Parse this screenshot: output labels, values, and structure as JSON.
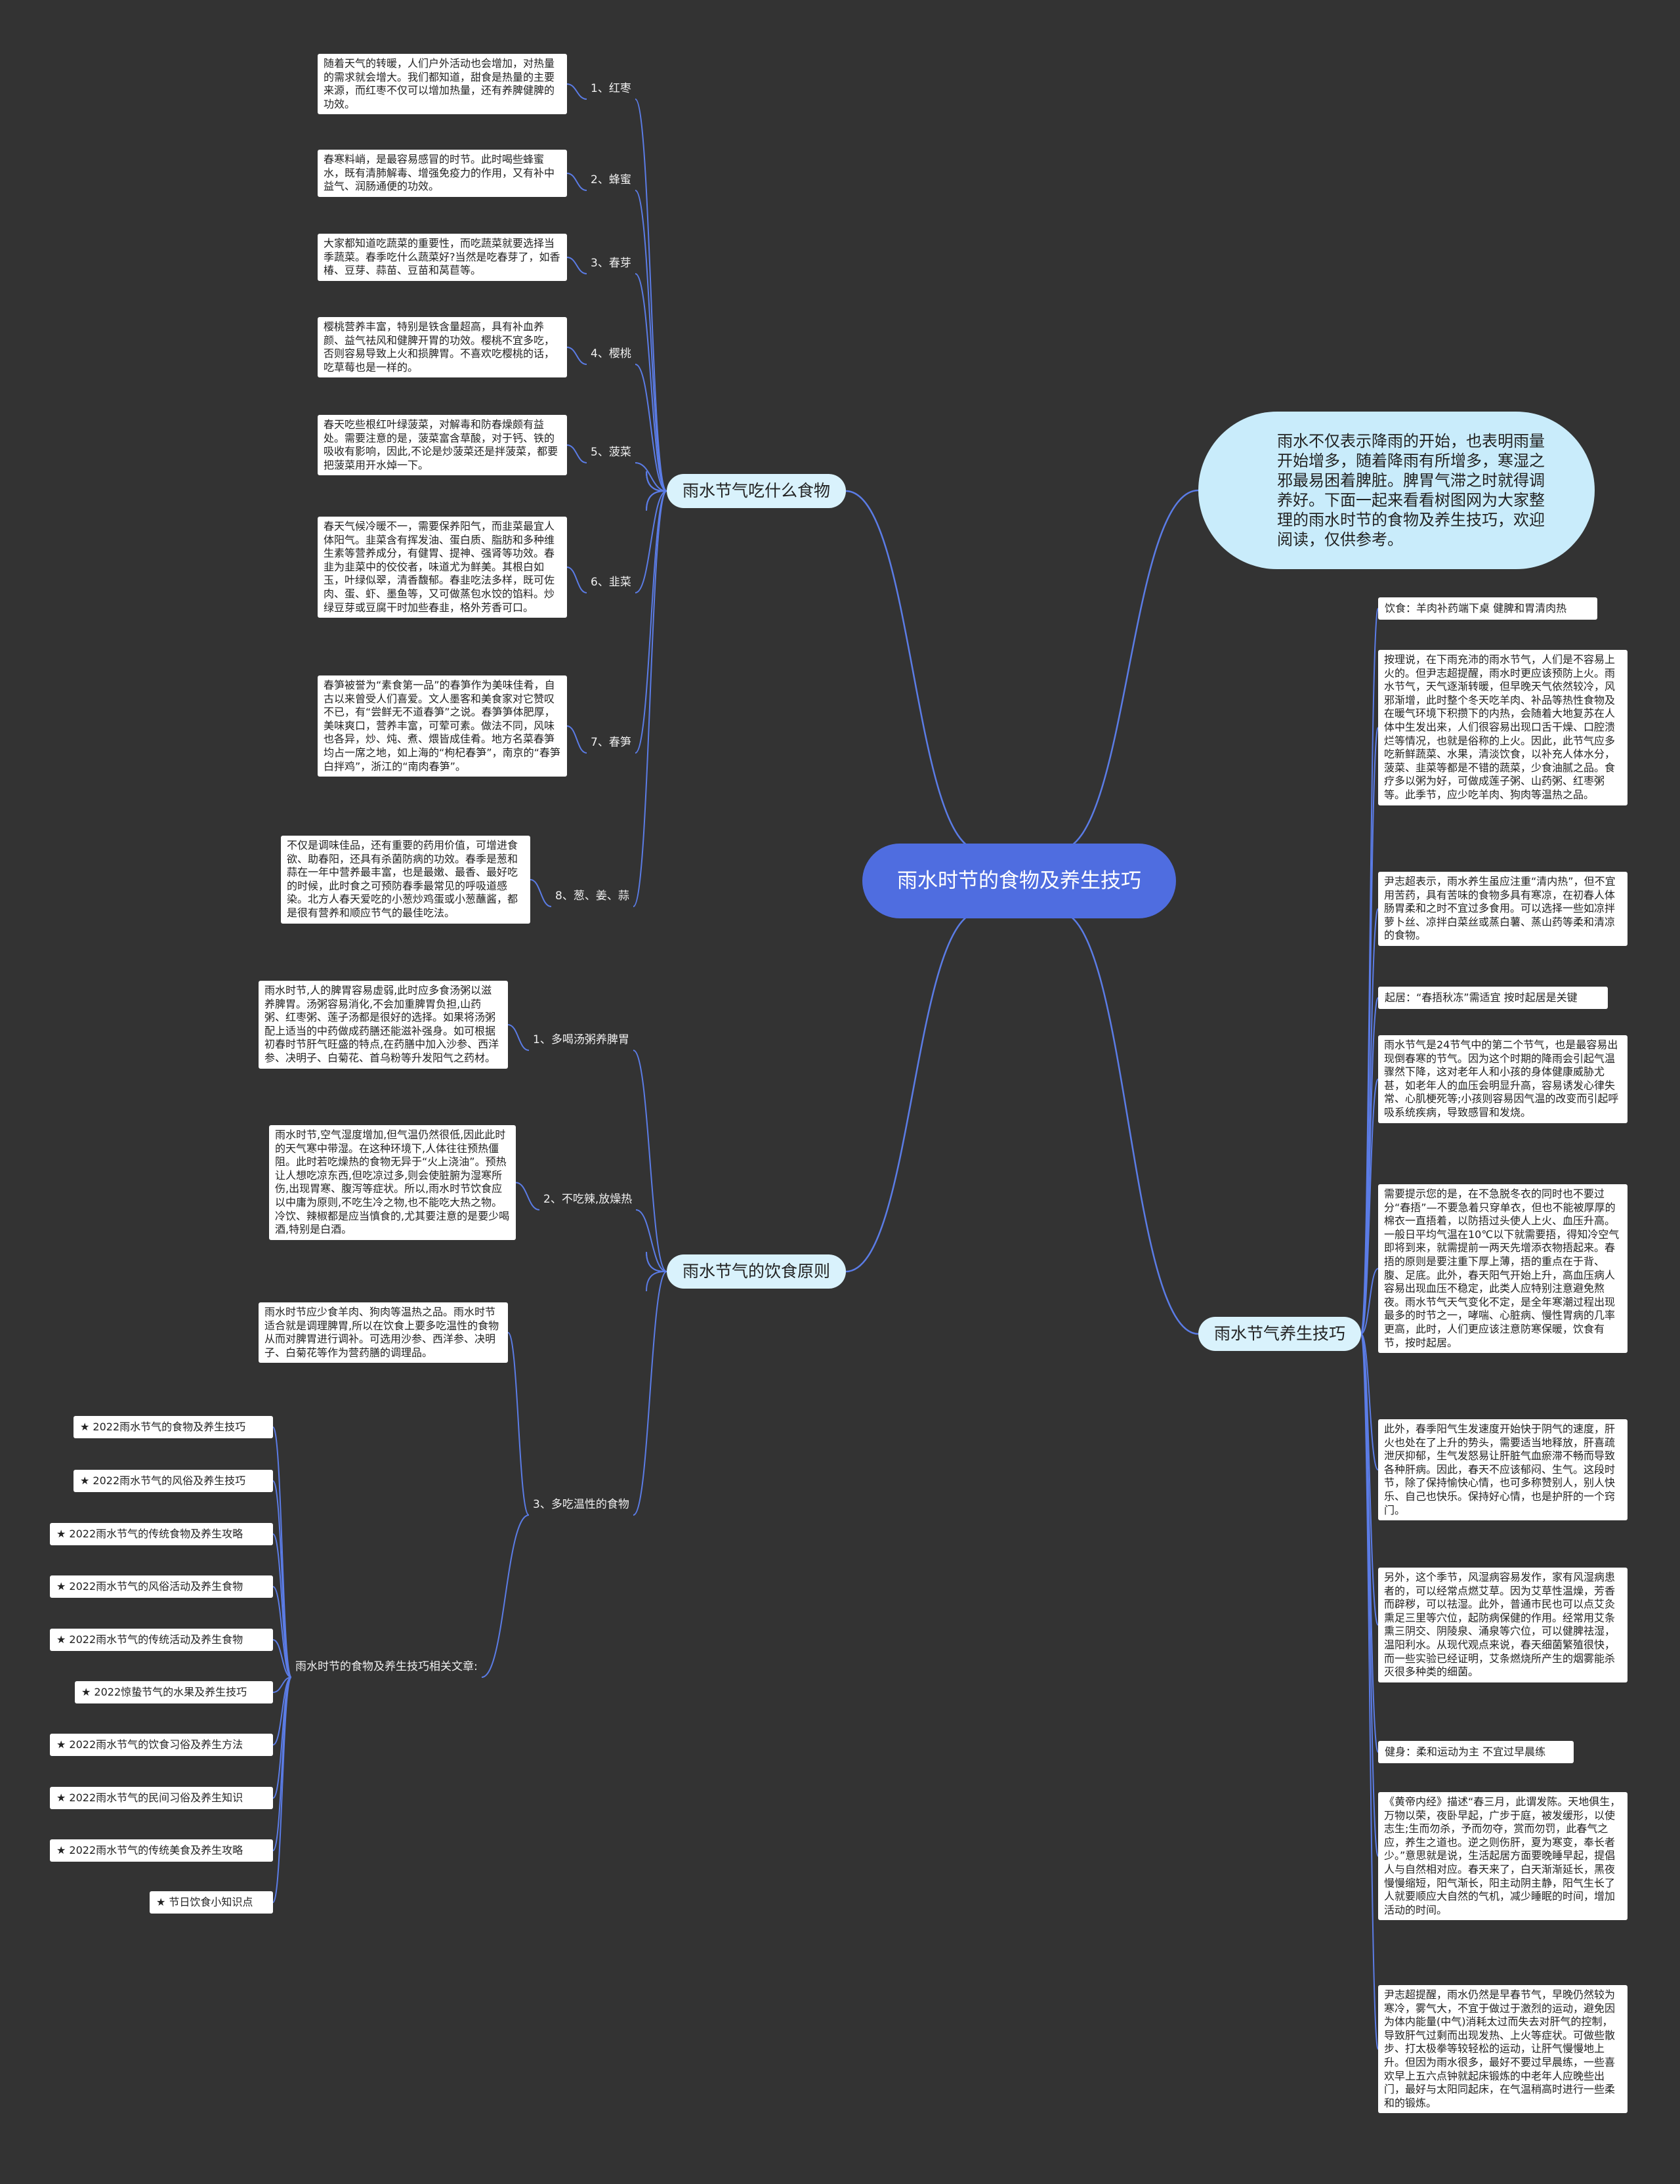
{
  "root": {
    "title": "雨水时节的食物及养生技巧"
  },
  "intro": "雨水不仅表示降雨的开始，也表明雨量开始增多，随着降雨有所增多，寒湿之邪最易困着脾脏。脾胃气滞之时就得调养好。下面一起来看看树图网为大家整理的雨水时节的食物及养生技巧，欢迎阅读，仅供参考。",
  "branch_food": {
    "label": "雨水节气吃什么食物",
    "items": [
      {
        "label": "1、红枣",
        "text": "随着天气的转暖，人们户外活动也会增加，对热量的需求就会增大。我们都知道，甜食是热量的主要来源，而红枣不仅可以增加热量，还有养脾健脾的功效。"
      },
      {
        "label": "2、蜂蜜",
        "text": "春寒料峭，是最容易感冒的时节。此时喝些蜂蜜水，既有清肺解毒、增强免疫力的作用，又有补中益气、润肠通便的功效。"
      },
      {
        "label": "3、春芽",
        "text": "大家都知道吃蔬菜的重要性，而吃蔬菜就要选择当季蔬菜。春季吃什么蔬菜好?当然是吃春芽了，如香椿、豆芽、蒜苗、豆苗和莴苣等。"
      },
      {
        "label": "4、樱桃",
        "text": "樱桃营养丰富，特别是铁含量超高，具有补血养颜、益气祛风和健脾开胃的功效。樱桃不宜多吃，否则容易导致上火和损脾胃。不喜欢吃樱桃的话，吃草莓也是一样的。"
      },
      {
        "label": "5、菠菜",
        "text": "春天吃些根红叶绿菠菜，对解毒和防春燥颇有益处。需要注意的是，菠菜富含草酸，对于钙、铁的吸收有影响，因此,不论是炒菠菜还是拌菠菜，都要把菠菜用开水焯一下。"
      },
      {
        "label": "6、韭菜",
        "text": "春天气候冷暖不一，需要保养阳气，而韭菜最宜人体阳气。韭菜含有挥发油、蛋白质、脂肪和多种维生素等营养成分，有健胃、提神、强肾等功效。春韭为韭菜中的佼佼者，味道尤为鲜美。其根白如玉，叶绿似翠，清香馥郁。春韭吃法多样，既可佐肉、蛋、虾、墨鱼等，又可做蒸包水饺的馅料。炒绿豆芽或豆腐干时加些春韭，格外芳香可口。"
      },
      {
        "label": "7、春笋",
        "text": "春笋被誉为“素食第一品”的春笋作为美味佳肴，自古以来曾受人们喜爱。文人墨客和美食家对它赞叹不已，有“尝鲜无不道春笋”之说。春笋笋体肥厚，美味爽口，营养丰富，可荤可素。做法不同，风味也各异，炒、炖、煮、煨皆成佳肴。地方名菜春笋均占一席之地，如上海的“枸杞春笋”，南京的“春笋白拌鸡”，浙江的“南肉春笋”。"
      },
      {
        "label": "8、葱、姜、蒜",
        "text": "不仅是调味佳品，还有重要的药用价值，可增进食欲、助春阳，还具有杀菌防病的功效。春季是葱和蒜在一年中营养最丰富，也是最嫩、最香、最好吃的时候，此时食之可预防春季最常见的呼吸道感染。北方人春天爱吃的小葱炒鸡蛋或小葱蘸酱，都是很有营养和顺应节气的最佳吃法。"
      }
    ]
  },
  "branch_diet": {
    "label": "雨水节气的饮食原则",
    "items": [
      {
        "label": "1、多喝汤粥养脾胃",
        "text": "雨水时节,人的脾胃容易虚弱,此时应多食汤粥以滋养脾胃。汤粥容易消化,不会加重脾胃负担,山药粥、红枣粥、莲子汤都是很好的选择。如果将汤粥配上适当的中药做成药膳还能滋补强身。如可根据初春时节肝气旺盛的特点,在药膳中加入沙参、西洋参、决明子、白菊花、首乌粉等升发阳气之药材。"
      },
      {
        "label": "2、不吃辣,放燥热",
        "text": "雨水时节,空气湿度增加,但气温仍然很低,因此此时的天气寒中带湿。在这种环境下,人体往往预热僵阻。此时若吃燥热的食物无异于“火上浇油”。预热让人想吃凉东西,但吃凉过多,则会使脏腑为湿寒所伤,出现胃寒、腹泻等症状。所以,雨水时节饮食应以中庸为原则,不吃生冷之物,也不能吃大热之物。冷饮、辣椒都是应当慎食的,尤其要注意的是要少喝酒,特别是白酒。"
      },
      {
        "label": "3、多吃温性的食物",
        "text": "雨水时节应少食羊肉、狗肉等温热之品。雨水时节适合就是调理脾胃,所以在饮食上要多吃温性的食物从而对脾胃进行调补。可选用沙参、西洋参、决明子、白菊花等作为营药膳的调理品。"
      }
    ],
    "related": {
      "label": "雨水时节的食物及养生技巧相关文章:",
      "items": [
        "★ 2022雨水节气的食物及养生技巧",
        "★ 2022雨水节气的风俗及养生技巧",
        "★ 2022雨水节气的传统食物及养生攻略",
        "★ 2022雨水节气的风俗活动及养生食物",
        "★ 2022雨水节气的传统活动及养生食物",
        "★ 2022惊蛰节气的水果及养生技巧",
        "★ 2022雨水节气的饮食习俗及养生方法",
        "★ 2022雨水节气的民间习俗及养生知识",
        "★ 2022雨水节气的传统美食及养生攻略",
        "★ 节日饮食小知识点"
      ]
    }
  },
  "branch_health": {
    "label": "雨水节气养生技巧",
    "items": [
      {
        "kind": "tag",
        "text": "饮食：羊肉补药端下桌 健脾和胃清肉热"
      },
      {
        "kind": "leaf",
        "text": "按理说，在下雨充沛的雨水节气，人们是不容易上火的。但尹志超提醒，雨水时更应该预防上火。雨水节气，天气逐渐转暖，但早晚天气依然较冷，风邪渐增，此时整个冬天吃羊肉、补品等热性食物及在暖气环境下积攒下的内热，会随着大地复苏在人体中生发出来，人们很容易出现口舌干燥、口腔溃烂等情况，也就是俗称的上火。因此，此节气应多吃新鲜蔬菜、水果，清淡饮食，以补充人体水分，菠菜、韭菜等都是不错的蔬菜，少食油腻之品。食疗多以粥为好，可做成莲子粥、山药粥、红枣粥等。此季节，应少吃羊肉、狗肉等温热之品。"
      },
      {
        "kind": "leaf",
        "text": "尹志超表示，雨水养生虽应注重“清内热”，但不宜用苦药，具有苦味的食物多具有寒凉，在初春人体肠胃柔和之时不宜过多食用。可以选择一些如凉拌萝卜丝、凉拌白菜丝或蒸白薯、蒸山药等柔和清凉的食物。"
      },
      {
        "kind": "tag",
        "text": "起居：“春捂秋冻”需适宜 按时起居是关键"
      },
      {
        "kind": "leaf",
        "text": "雨水节气是24节气中的第二个节气，也是最容易出现倒春寒的节气。因为这个时期的降雨会引起气温骤然下降，这对老年人和小孩的身体健康威胁尤甚，如老年人的血压会明显升高，容易诱发心律失常、心肌梗死等;小孩则容易因气温的改变而引起呼吸系统疾病，导致感冒和发烧。"
      },
      {
        "kind": "leaf",
        "text": "需要提示您的是，在不急脱冬衣的同时也不要过分“春捂”—不要急着只穿单衣，但也不能被厚厚的棉衣一直捂着，以防捂过头使人上火、血压升高。一般日平均气温在10℃以下就需要捂，得知冷空气即将到来，就需提前一两天先增添衣物捂起来。春捂的原则是要注重下厚上薄，捂的重点在于背、腹、足底。此外，春天阳气开始上升，高血压病人容易出现血压不稳定，此类人应特别注意避免熬夜。雨水节气天气变化不定，是全年寒潮过程出现最多的时节之一，哮喘、心脏病、慢性胃病的几率更高，此时，人们更应该注意防寒保暖，饮食有节，按时起居。"
      },
      {
        "kind": "leaf",
        "text": "此外，春季阳气生发速度开始快于阴气的速度，肝火也处在了上升的势头，需要适当地释放，肝喜疏泄厌抑郁，生气发怒易让肝脏气血瘀滞不畅而导致各种肝病。因此，春天不应该郁闷、生气。这段时节，除了保持愉快心情，也可多称赞别人，别人快乐、自己也快乐。保持好心情，也是护肝的一个窍门。"
      },
      {
        "kind": "leaf",
        "text": "另外，这个季节，风湿病容易发作，家有风湿病患者的，可以经常点燃艾草。因为艾草性温燥，芳香而辟秽，可以祛湿。此外，普通市民也可以点艾灸熏足三里等穴位，起防病保健的作用。经常用艾条熏三阴交、阴陵泉、涌泉等穴位，可以健脾祛湿，温阳利水。从现代观点来说，春天细菌繁殖很快，而一些实验已经证明，艾条燃烧所产生的烟雾能杀灭很多种类的细菌。"
      },
      {
        "kind": "tag",
        "text": "健身：柔和运动为主 不宜过早晨练"
      },
      {
        "kind": "leaf",
        "text": "《黄帝内经》描述“春三月，此谓发陈。天地俱生，万物以荣，夜卧早起，广步于庭，被发缓形，以使志生;生而勿杀，予而勿夺，赏而勿罚，此春气之应，养生之道也。逆之则伤肝，夏为寒变，奉长者少。”意思就是说，生活起居方面要晚睡早起，提倡人与自然相对应。春天来了，白天渐渐延长，黑夜慢慢缩短，阳气渐长，阳主动阴主静，阳气生长了人就要顺应大自然的气机，减少睡眠的时间，增加活动的时间。"
      },
      {
        "kind": "leaf",
        "text": "尹志超提醒，雨水仍然是早春节气，早晚仍然较为寒冷，雾气大，不宜于做过于激烈的运动，避免因为体内能量(中气)消耗太过而失去对肝气的控制，导致肝气过剩而出现发热、上火等症状。可做些散步、打太极拳等较轻松的运动，让肝气慢慢地上升。但因为雨水很多，最好不要过早晨练，一些喜欢早上五六点钟就起床锻炼的中老年人应晚些出门，最好与太阳同起床，在气温稍高时进行一些柔和的锻炼。"
      }
    ]
  },
  "colors": {
    "background": "#333333",
    "root": "#4f6de0",
    "branch": "#d9f2fc",
    "intro": "#c9ecfb",
    "link": "#5b7ce6"
  }
}
